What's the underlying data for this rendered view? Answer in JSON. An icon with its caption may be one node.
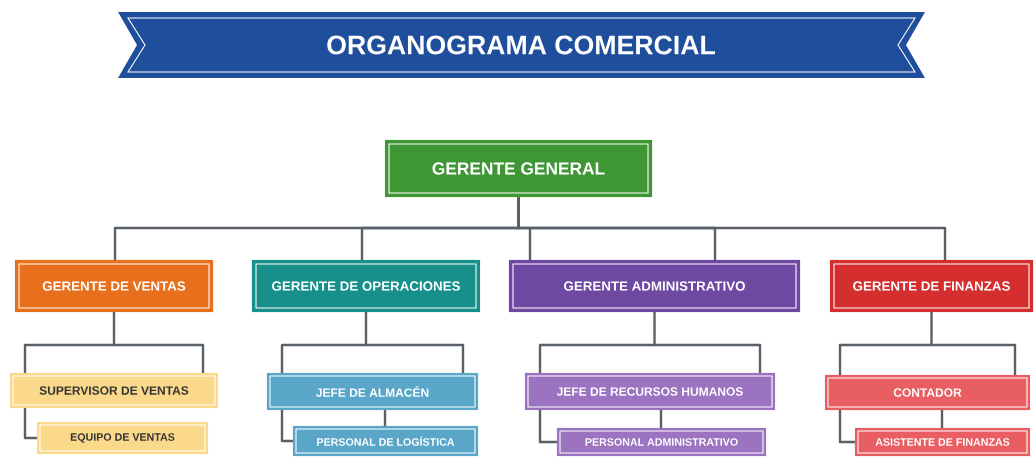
{
  "diagram": {
    "title": "ORGANOGRAMA COMERCIAL",
    "nodes": [
      {
        "text": [
          "GERENTE GENERAL"
        ]
      },
      {
        "text": [
          "GERENTE DE VENTAS"
        ]
      },
      {
        "text": [
          "GERENTE DE OPERACIONES"
        ]
      },
      {
        "text": [
          "GERENTE ADMINISTRATIVO"
        ]
      },
      {
        "text": [
          "GERENTE DE FINANZAS"
        ]
      },
      {
        "text": [
          "SUPERVISOR DE VENTAS"
        ]
      },
      {
        "text": [
          "EQUIPO DE VENTAS"
        ]
      },
      {
        "text": [
          "JEFE DE ALMACÉN"
        ]
      },
      {
        "text": [
          "PERSONAL DE LOGÍSTICA"
        ]
      },
      {
        "text": [
          "JEFE DE RECURSOS HUMANOS"
        ]
      },
      {
        "text": [
          "PERSONAL ADMINISTRATIVO"
        ]
      },
      {
        "text": [
          "CONTADOR"
        ]
      },
      {
        "text": [
          "ASISTENTE DE FINANZAS"
        ]
      }
    ],
    "edges": [
      {
        "from": 0,
        "to": 1,
        "arrow": "none"
      },
      {
        "from": 0,
        "to": 2,
        "arrow": "none"
      },
      {
        "from": 0,
        "to": 3,
        "arrow": "none"
      },
      {
        "from": 0,
        "to": 4,
        "arrow": "none"
      },
      {
        "from": 1,
        "to": 5,
        "arrow": "none"
      },
      {
        "from": 2,
        "to": 7,
        "arrow": "none"
      },
      {
        "from": 3,
        "to": 9,
        "arrow": "none"
      },
      {
        "from": 4,
        "to": 11,
        "arrow": "none"
      },
      {
        "from": 5,
        "to": 6,
        "arrow": "none"
      },
      {
        "from": 7,
        "to": 8,
        "arrow": "none"
      },
      {
        "from": 9,
        "to": 10,
        "arrow": "none"
      },
      {
        "from": 11,
        "to": 12,
        "arrow": "none"
      }
    ]
  }
}
